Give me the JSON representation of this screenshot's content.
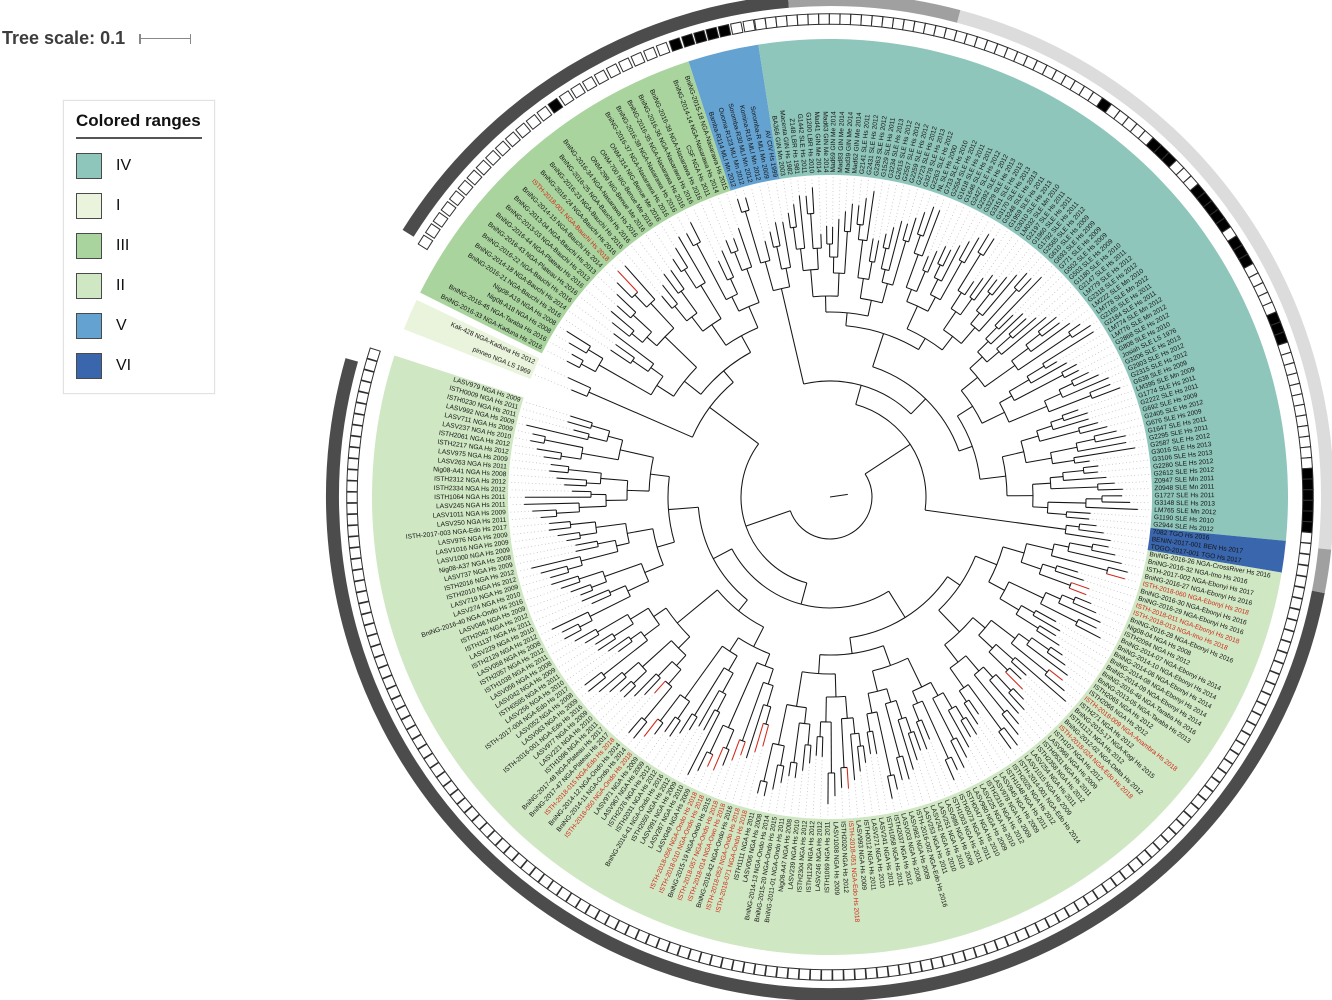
{
  "tree_scale": {
    "label": "Tree scale: 0.1",
    "value": 0.1
  },
  "legend": {
    "title": "Colored ranges",
    "items": [
      {
        "label": "IV",
        "color": "#8fc6bb"
      },
      {
        "label": "I",
        "color": "#eaf4dc"
      },
      {
        "label": "III",
        "color": "#a9d49e"
      },
      {
        "label": "II",
        "color": "#cfe7c2"
      },
      {
        "label": "V",
        "color": "#64a2d2"
      },
      {
        "label": "VI",
        "color": "#3a66ae"
      }
    ]
  },
  "colors": {
    "red_label": "#d2291b",
    "branch": "#161616",
    "leader": "#bdbdbd",
    "square_stroke": "#2e2e2e",
    "arc_dark": "#4c4c4c",
    "arc_medium": "#a0a0a0",
    "arc_light": "#dcdcdc"
  },
  "outer_arcs": [
    {
      "name": "arc-right-dark",
      "color": "#4c4c4c",
      "start": 101,
      "end": 286
    },
    {
      "name": "arc-left-dark",
      "color": "#4c4c4c",
      "start": 302,
      "end": 355.2
    },
    {
      "name": "arc-top-medium",
      "color": "#a0a0a0",
      "start": 355.2,
      "end": 375
    },
    {
      "name": "arc-top-light",
      "color": "#dcdcdc",
      "start": 15,
      "end": 96
    },
    {
      "name": "arc-right-medium",
      "color": "#a0a0a0",
      "start": 96,
      "end": 101
    }
  ],
  "squares": {
    "filled_angles": [
      325.3,
      340.5,
      342,
      343.5,
      345,
      346.5,
      35.2,
      42.5,
      44,
      45.5,
      51.1,
      53.5,
      54.8,
      58.5,
      59.7,
      68.5,
      69.6,
      71,
      87.6,
      88.9,
      90.4,
      92.9,
      301.1
    ],
    "no_square_below_deg": 301.1
  },
  "clades": [
    {
      "id": "V",
      "label": "V",
      "color": "#64a2d2",
      "start_deg": 342,
      "end_deg": 351,
      "leaves": [
        "Bamba-R114 MLI Mn 2012",
        "Ouoma-R123 MLI Mn 2012",
        "Soromba-R30 MLI Mn 2012",
        "Komina-R16 MLI Mn 2012",
        "Soromba-R MLI Mn 2009",
        "AV CIV Hs 1999"
      ]
    },
    {
      "id": "IV",
      "label": "IV",
      "color": "#8fc6bb",
      "start_deg": 351,
      "end_deg": 455.5,
      "leaves": [
        "BA366 GIN Mn 2003",
        "Macenta GIN Hs 1982",
        "Z148 LBR Hs 1981",
        "G1442 SLE Hs 2011",
        "G1200 LBR Hs 2010",
        "Mad41 GIN Me 2014",
        "Mad63 GIN Me 2014",
        "Mad69 GIN Me 2014",
        "Mad83 GIN Me 2014",
        "Mad39 GIN Me 2014",
        "Mad62 GIN Me 2014",
        "G2141 SLE Hs 2011",
        "G2431 SLE Hs 2012",
        "G2363 SLE Hs 2012",
        "G1529 SLE Hs 2011",
        "G3234 SLE Hs 2013",
        "G2615 SLE Hs 2012",
        "G2557 SLE Hs 2012",
        "G2259 SLE Hs 2012",
        "G2723 SLE Hs 2012",
        "G3278 SLE Hs 2013",
        "G2263 SLE Hs 2012",
        "NL SLE Hs 2000",
        "G733 SLE Hs 2010",
        "G2554 SLE Hs 2012",
        "G1618 SLE Hs 2011",
        "G1646 SLE Hs 2011",
        "G2427 SLE Hs 2012",
        "G2392 SLE Hs 2012",
        "G3229 SLE Hs 2013",
        "G3151 SLE Hs 2013",
        "G3170 SLE Hs 2013",
        "G3248 SLE Hs 2013",
        "G1959 SLE Hs 2011",
        "G3010 SLE Hs 2013",
        "LM032 SLE Mn 2010",
        "G2197 SLE Hs 2011",
        "G1960 SLE Hs 2011",
        "G1792 SLE Hs 2011",
        "G2565 SLE Hs 2012",
        "G610 SLE Hs 2009",
        "G693 SLE Hs 2009",
        "G771 SLE Hs 2009",
        "G502 SLE Hs 2009",
        "G503 SLE Hs 2009",
        "G1180 SLE Hs 2010",
        "G2147 SLE Hs 2011",
        "LM779 SLE Hs 2012",
        "G2318 SLE Hs 2012",
        "LM222 SLE Mn 2010",
        "LM778 SLE Mn 2012",
        "G2165 SLE Hs 2011",
        "G2184 SLE Hs 2011",
        "LM774 SLE Mn 2012",
        "LM776 SLE Mn 2012",
        "G2868 SLE Hs 2012",
        "G808 SLE Hs 2010",
        "Josiah SLE LS 1976",
        "G3206 SLE Hs 2013",
        "G2903 SLE Hs 2012",
        "G2315 SLE Hs 2012",
        "G638 SLE Hs 2009",
        "LM395 SLE Mn 2009",
        "G1774 SLE Hs 2011",
        "G2222 SLE Hs 2011",
        "G692 SLE Hs 2009",
        "G2405 SLE Hs 2012",
        "G676 SLE Hs 2009",
        "G1647 SLE Hs 2011",
        "G2295 SLE Hs 2011",
        "G2587 SLE Hs 2012",
        "G3016 SLE Hs 2013",
        "G3106 SLE Hs 2013",
        "G2280 SLE Hs 2012",
        "G2612 SLE Hs 2012",
        "Z0947 SLE Mn 2011",
        "Z0948 SLE Mn 2011",
        "G1727 SLE Hs 2011",
        "G3148 SLE Hs 2013",
        "LM765 SLE Mn 2012",
        "G1190 SLE Hs 2010",
        "G2944 SLE Hs 2012"
      ]
    },
    {
      "id": "VI",
      "label": "VI",
      "color": "#3a66ae",
      "start_deg": 455.5,
      "end_deg": 459.5,
      "leaves": [
        "7082 TGO Hs 2016",
        "BENIN-2017-001 BEN Hs 2017",
        "TOGO-2017-001 TGO Hs 2017"
      ]
    },
    {
      "id": "II",
      "label": "II",
      "color": "#cfe7c2",
      "start_deg": 459.5,
      "end_deg": 648,
      "leaves": [
        "BniNG-2016-26 NGA-CrossRiver Hs 2016",
        "BniNG-2016-32 NGA-Imo Hs 2016",
        "ISTH-2017-002 NGA-Ebonyi Hs 2017",
        "BniNG-2016-27 NGA-Ebonyi Hs 2016",
        "*ISTH-2018-060 NGA-Ebonyi Hs 2018",
        "BniNG-2016-30 NGA-Ebonyi Hs 2016",
        "BniNG-2016-29 NGA-Ebonyi Hs 2016",
        "*ISTH-2018-011 NGA-Ebonyi Hs 2018",
        "*ISTH-2018-013 NGA-Imo Hs 2018",
        "BniNG-2016-28 NGA-Ebonyi Hs 2016",
        "Nig08-04 NGA Hs 2008",
        "ISTH2094 NGA Hs 2012",
        "BniNG-2014-07 NGA-Ebonyi Hs 2014",
        "BniNG-2014-10 NGA-Ebonyi Hs 2014",
        "BniNG-2014-06 NGA-Ebonyi Hs 2014",
        "BniNG-2014-08 NGA-Ebonyi Hs 2014",
        "BniNG-2014-09 NGA-Ebonyi Hs 2014",
        "BniNG-2016-46 NGA-Taraba Hs 2016",
        "BniNG-2013-05 NGA-Taraba Hs 2013",
        "ISTH2065 NGA Hs 2012",
        "ISTH2066 NGA Hs 2012",
        "*ISTH-2018-009 NGA-Anambra Hs 2018",
        "ISTH271 NGA Hs 2012",
        "BniNG-2015-17 NGA-Kogi Hs 2015",
        "ISTH1121 NGA Hs 2012",
        "BniNG-2012-02 NGA-Delta Hs 2012",
        "*ISTH-2018-024 NGA-Edo Hs 2018",
        "ISTH107 NGA Hs 2012",
        "LASV966 NGA Hs 2009",
        "ISTH0531 NGA Hs 2011",
        "ISTH2358 NGA Hs 2012",
        "LASV254 NGA Hs 2011",
        "LASV1015 NGA Hs 2009",
        "ISTH-2014-001 NGA-Edo Hs 2014",
        "ISTH2025 NGA Hs 2012",
        "ISTH1048 NGA Hs 2011",
        "LASV945 NGA Hs 2009",
        "LASV978 NGA Hs 2009",
        "ISTH2316 NGA Hs 2012",
        "LASV225 NGA Hs 2010",
        "LASV980 NGA Hs 2009",
        "ISTH0047 NGA Hs 2010",
        "ISTH0073 NGA Hs 2011",
        "ISTH1003 NGA Hs 2011",
        "LASV989 NGA Hs 2009",
        "LASV251 NGA Hs 2010",
        "LASV242 NGA Hs 2010",
        "LASV253 NGA Hs 2011",
        "ISTH-2016-002 NGA-Edo Hs 2016",
        "LASV982 NGA Hs 2009",
        "LASV003 NGA Hs 2008",
        "ISTH2037 NGA Hs 2012",
        "ISTH1058 NGA Hs 2011",
        "LASV241 NGA Hs 2011",
        "LASV271 NGA Hs 2010",
        "ISTH0012 NGA Hs 2011",
        "LASV993 NGA Hs 2009",
        "*ISTH-2018-051 NGA-Edo Hs 2018",
        "ISTH2020 NGA Hs 2012",
        "LASV1008 NGA Hs 2009",
        "ISTH1069 NGA Hs 2011",
        "LASV246 NGA Hs 2012",
        "ISTH1129 NGA Hs 2012",
        "ISTH2304 NGA Hs 2012",
        "LASV239 NGA Hs 2010",
        "Nig08-A47 NGA Hs 2008",
        "BniNG-2011-01 NGA-Ondo Hs 2011",
        "BniNG-2015-20 NGA-Ondo Hs 2015",
        "BniNG-2014-13 NGA-Ondo Hs 2014",
        "LASV006 NGA Hs 2008",
        "ISTH1111 NGA Hs 2011",
        "*ISTH-2018-071 NGA-Ondo Hs 2018",
        "*ISTH-2018-052 NGA-Ondo Hs 2018",
        "BniNG-2016-42 NGA-Ondo Hs 2016",
        "*ISTH-2018-014 NGA-Owo Hs 2018",
        "*ISTH-2018-057 NGA-Ondo Hs 2018",
        "BniNG-2015-19 NGA-Ondo Hs 2015",
        "*ISTH-2018-010 NGA-Ondo Hs 2018",
        "*ISTH-2018-056 NGA-Ondo Hs 2018",
        "LASV049 NGA Hs 2009",
        "LASV267 NGA Hs 2010",
        "LASV991 NGA Hs 2009",
        "ISTH2050 NGA Hs 2012",
        "BniNG-2016-41 NGA-Ondo Hs 2016",
        "ISTH2031 NGA Hs 2012",
        "ISTH2376 NGA Hs 2012",
        "LASV967 NGA Hs 2009",
        "LASV971 NGA Hs 2009",
        "*ISTH-2018-050 NGA-Ondo Hs 2018",
        "BniNG-2014-11 NGA-Ondo Hs 2014",
        "BniNG-2014-12 NGA-Ondo Hs 2014",
        "*ISTH-2018-015 NGA-Edo Hs 2018",
        "BniNG-2017-47 NGA-Plateau Hs 2017",
        "BniNG-2017-48 NGA-Plateau Hs 2017",
        "ISTH1096 NGA Hs 2011",
        "LASV221 NGA Hs 2010",
        "LASV977 NGA Hs 2009",
        "ISTH-2016-001 NGA-Edo Hs 2016",
        "LASV063 NGA Hs 2009",
        "LASV052 NGA Hs 2008",
        "ISTH-2017-004 NGA-Edo Hs 2017",
        "LASV256 NGA Hs 2010",
        "ISTH0595 NGA Hs 2011",
        "LASV042 NGA Hs 2009",
        "LASV056 NGA Hs 2008",
        "ISTH1038 NGA Hs 2011",
        "ISTH2057 NGA Hs 2012",
        "LASV058 NGA Hs 2008",
        "ISTH2129 NGA Hs 2012",
        "LASV229 NGA Hs 2010",
        "ISTH1137 NGA Hs 2011",
        "ISTH2042 NGA Hs 2012",
        "LASV046 NGA Hs 2009",
        "BniNG-2016-40 NGA-Ondo Hs 2016",
        "LASV274 NGA Hs 2010",
        "LASV719 NGA Hs 2009",
        "ISTH2010 NGA Hs 2012",
        "ISTH2016 NGA Hs 2012",
        "LASV737 NGA Hs 2009",
        "Nig08-A37 NGA Hs 2008",
        "LASV1000 NGA Hs 2009",
        "LASV1016 NGA Hs 2009",
        "LASV976 NGA Hs 2009",
        "ISTH-2017-003 NGA-Edo Hs 2017",
        "LASV250 NGA Hs 2011",
        "LASV1011 NGA Hs 2009",
        "LASV245 NGA Hs 2011",
        "ISTH1064 NGA Hs 2011",
        "ISTH2334 NGA Hs 2012",
        "ISTH2312 NGA Hs 2012",
        "Nig08-A41 NGA Hs 2008",
        "LASV263 NGA Hs 2011",
        "LASV975 NGA Hs 2009",
        "ISTH2217 NGA Hs 2012",
        "ISTH2061 NGA Hs 2012",
        "LASV237 NGA Hs 2010",
        "LASV711 NGA Hs 2009",
        "LASV992 NGA Hs 2009",
        "ISTH0230 NGA Hs 2011",
        "ISTH0009 NGA Hs 2011",
        "LASV979 NGA Hs 2009"
      ]
    },
    {
      "id": "I",
      "label": "I",
      "color": "#eaf4dc",
      "start_deg": 651.5,
      "end_deg": 655.5,
      "leaves": [
        "pinneo NGA LS 1969",
        "Kak-428 NGA-Kaduna Hs 2012"
      ]
    },
    {
      "id": "III",
      "label": "III",
      "color": "#a9d49e",
      "start_deg": 656.5,
      "end_deg": 702,
      "leaves": [
        "BniNG-2016-33 NGA-Kaduna Hs 2016",
        "BniNG-2016-45 NGA-Taraba Hs 2016",
        "Nig08-A18 NGA Hs 2008",
        "Nig08-A19 NGA Hs 2008",
        "BniNG-2016-21 NGA-Bauchi Hs 2016",
        "BniNG-2014-18 NGA-Bauchi Hs 2014",
        "BniNG-2016-22 NGA-Bauchi Hs 2016",
        "BniNG-2016-43 NGA-Plateau Hs 2016",
        "BniNG-2016-44 NGA-Plateau Hs 2016",
        "BniNG-2013-03 NGA-Bauchi Hs 2013",
        "BniNG-2013-04 NGA-Bauchi Hs 2013",
        "BniNG-2014-15 NGA-Bauchi Hs 2014",
        "*ISTH-2018-001 NGA-Bauchi Hs 2018",
        "BniNG-2016-24 NGA-Bauchi Hs 2016",
        "BniNG-2016-23 NGA-Bauchi Hs 2016",
        "BniNG-2016-25 NGA-Bauchi Hs 2016",
        "BniNG-2016-34 NGA-Nasarawa Hs 2016",
        "ONM-299 NIG-Benue Me 2016",
        "ONM-700 NIG-Benue Me 2016",
        "ONM-314 NIG-Benue Me 2016",
        "BniNG-2016-37 NGA-Nasarawa Hs 2016",
        "BniNG-2016-38 NGA-Nasarawa Hs 2016",
        "BniNG-2016-35 NGA-Nasarawa Hs 2016",
        "BniNG-2016-36 NGA-Nasarawa Hs 2016",
        "BniNG-2016-39 NGA-Nasarawa Hs 2016",
        "CSF NGA Hs 2011",
        "BniNG-2014-14 NGA-Nasarawa Hs 2014",
        "BniNG-2015-18 NGA-Nasarawa Hs 2015"
      ]
    }
  ]
}
